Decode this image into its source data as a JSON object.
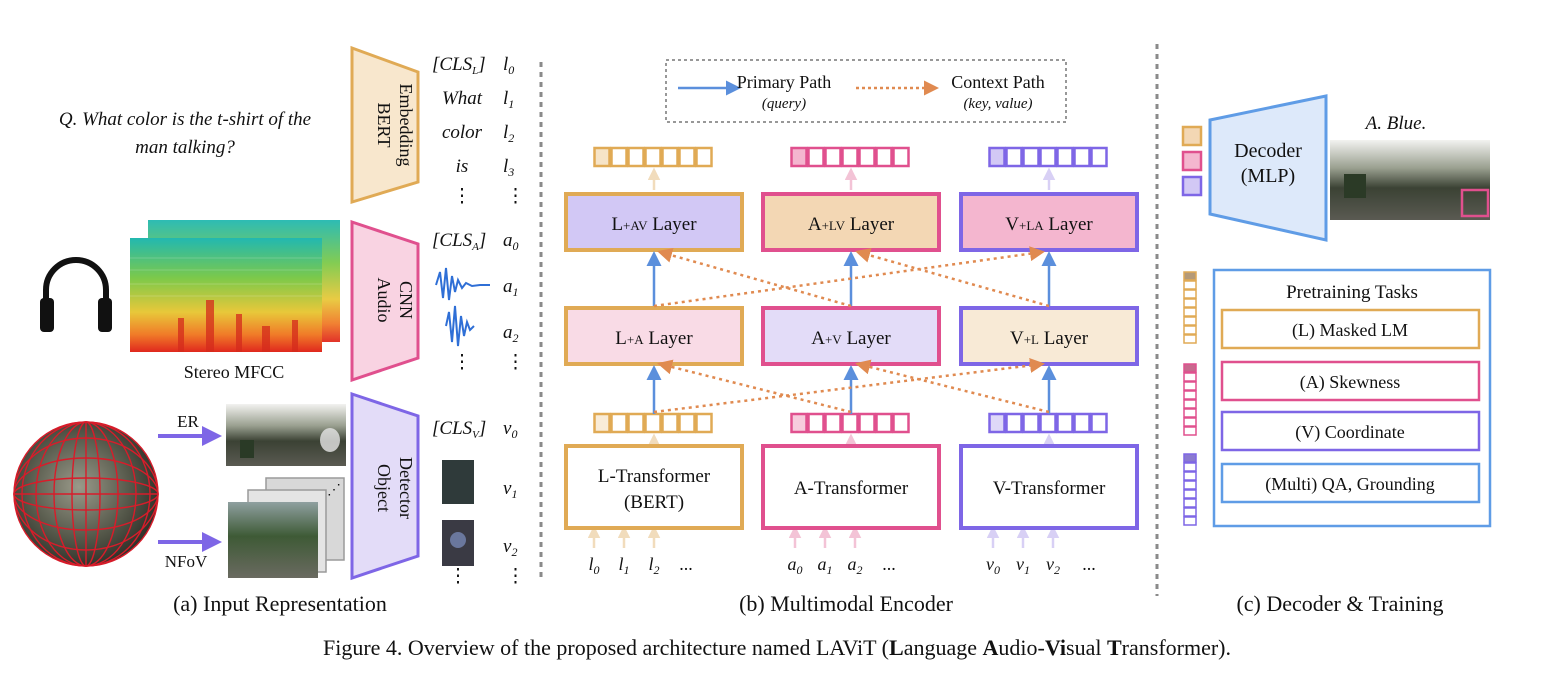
{
  "colors": {
    "language": "#e0aa55",
    "language_fill": "#f6e4c8",
    "audio": "#e0508e",
    "audio_fill": "#f4b6cf",
    "visual": "#7e66e6",
    "visual_fill": "#d2c8f5",
    "decoder": "#5f9ce6",
    "decoder_fill": "#dde9fa",
    "primary_arrow": "#5b8fdc",
    "context_arrow": "#e08a50",
    "divider": "#8a8a8a",
    "spectrogram": "#e8a13a",
    "sphere": "#d81c2a"
  },
  "input": {
    "question": [
      "Q. What color is the t-shirt of the",
      "man talking?"
    ],
    "bert_label": [
      "BERT",
      "Embedding"
    ],
    "audio_cnn_label": [
      "Audio",
      "CNN"
    ],
    "object_detector_label": [
      "Object",
      "Detector"
    ],
    "mfcc_label": "Stereo MFCC",
    "er_label": "ER",
    "nfov_label": "NFoV",
    "icons": [
      "headphones-icon",
      "sphere-icon",
      "waveform-icon",
      "spectrogram-image",
      "panorama-image"
    ],
    "lang_tokens": [
      "[CLS",
      "What",
      "color",
      "is",
      "⋮"
    ],
    "lang_cls_sub": "L",
    "lang_ids": [
      "l",
      "l",
      "l",
      "l",
      "⋮"
    ],
    "lang_id_subs": [
      "0",
      "1",
      "2",
      "3",
      ""
    ],
    "audio_cls": "[CLS",
    "audio_cls_sub": "A",
    "audio_ids": [
      "a",
      "a",
      "a",
      "⋮"
    ],
    "audio_id_subs": [
      "0",
      "1",
      "2",
      ""
    ],
    "visual_cls": "[CLS",
    "visual_cls_sub": "V",
    "visual_ids": [
      "v",
      "v",
      "v",
      "⋮"
    ],
    "visual_id_subs": [
      "0",
      "1",
      "2",
      ""
    ],
    "caption": "(a) Input Representation"
  },
  "encoder": {
    "legend_primary": "Primary Path",
    "legend_primary_sub": "(query)",
    "legend_context": "Context Path",
    "legend_context_sub": "(key, value)",
    "top_layers": [
      {
        "main": "L",
        "small": "+AV",
        "suffix": " Layer"
      },
      {
        "main": "A",
        "small": "+LV",
        "suffix": " Layer"
      },
      {
        "main": "V",
        "small": "+LA",
        "suffix": " Layer"
      }
    ],
    "mid_layers": [
      {
        "main": "L",
        "small": "+A",
        "suffix": " Layer"
      },
      {
        "main": "A",
        "small": "+V",
        "suffix": " Layer"
      },
      {
        "main": "V",
        "small": "+L",
        "suffix": " Layer"
      }
    ],
    "transformers": [
      [
        "L-Transformer",
        "(BERT)"
      ],
      [
        "A-Transformer"
      ],
      [
        "V-Transformer"
      ]
    ],
    "token_rows": [
      {
        "base": [
          "l",
          "l",
          "l"
        ],
        "subs": [
          "0",
          "1",
          "2"
        ],
        "more": "..."
      },
      {
        "base": [
          "a",
          "a",
          "a"
        ],
        "subs": [
          "0",
          "1",
          "2"
        ],
        "more": "..."
      },
      {
        "base": [
          "v",
          "v",
          "v"
        ],
        "subs": [
          "0",
          "1",
          "2"
        ],
        "more": "..."
      }
    ],
    "caption": "(b) Multimodal Encoder"
  },
  "decoder": {
    "answer": "A. Blue.",
    "label": [
      "Decoder",
      "(MLP)"
    ],
    "pretraining_title": "Pretraining Tasks",
    "tasks": [
      "(L) Masked LM",
      "(A) Skewness",
      "(V) Coordinate",
      "(Multi) QA, Grounding"
    ],
    "caption": "(c) Decoder & Training"
  },
  "figure_caption": {
    "prefix": "Figure 4.  Overview of the proposed architecture named LAViT (",
    "parts": [
      {
        "text": "L",
        "bold": true
      },
      {
        "text": "anguage ",
        "bold": false
      },
      {
        "text": "A",
        "bold": true
      },
      {
        "text": "udio-",
        "bold": false
      },
      {
        "text": "Vi",
        "bold": true
      },
      {
        "text": "sual ",
        "bold": false
      },
      {
        "text": "T",
        "bold": true
      },
      {
        "text": "ransformer).",
        "bold": false
      }
    ]
  }
}
